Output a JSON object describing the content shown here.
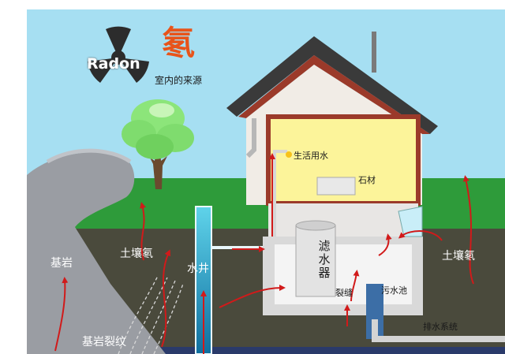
{
  "header": {
    "title_cn": "氡",
    "title_en": "Radon",
    "subtitle": "室内的来源"
  },
  "labels": {
    "bedrock": "基岩",
    "soil_radon_left": "土壤氡",
    "water_well": "水井",
    "bedrock_fissure": "基岩裂纹",
    "soil_radon_right": "土壤氡",
    "domestic_water": "生活用水",
    "stone": "石材",
    "water_filter": "滤水器",
    "crack": "裂缝",
    "sewage_tank": "污水池",
    "drainage_system": "排水系统"
  },
  "colors": {
    "sky": "#a6dff2",
    "grass": "#2e9b3a",
    "soil": "#4a4a3c",
    "rock": "#9a9da3",
    "roof": "#3a3a3a",
    "wall_trim": "#9b3a2a",
    "room": "#fcf49a",
    "arrow": "#d11a1a",
    "title_accent": "#e8541a",
    "well_water": "#1aa7c9"
  },
  "icons": [
    "radiation-icon",
    "tree-icon",
    "chimney-icon"
  ]
}
